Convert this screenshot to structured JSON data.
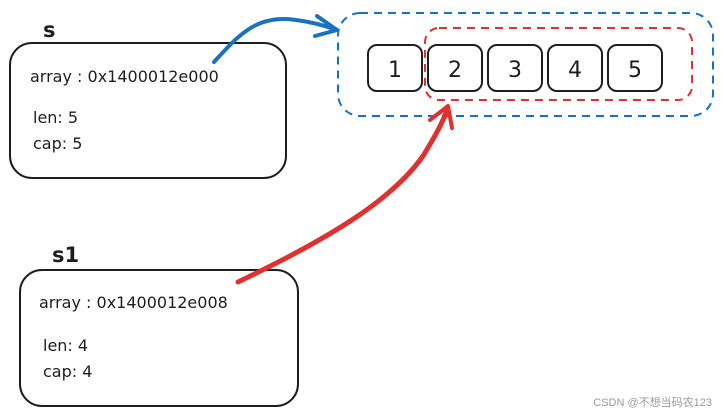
{
  "structs": {
    "s": {
      "label": "s",
      "array_line": "array : 0x1400012e000",
      "len_line": "len: 5",
      "cap_line": "cap: 5"
    },
    "s1": {
      "label": "s1",
      "array_line": "array : 0x1400012e008",
      "len_line": "len: 4",
      "cap_line": "cap: 4"
    }
  },
  "array_cells": [
    "1",
    "2",
    "3",
    "4",
    "5"
  ],
  "colors": {
    "s_arrow": "#1971c2",
    "s_region": "#1971c2",
    "s1_arrow": "#e03131",
    "s1_region": "#e03131",
    "stroke": "#1e1e1e"
  },
  "watermark": "CSDN @不想当码农123"
}
